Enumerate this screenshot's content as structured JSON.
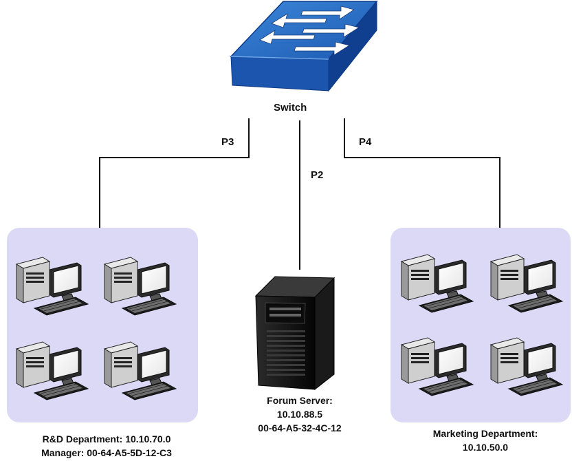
{
  "switch": {
    "label": "Switch",
    "icon": "switch-icon"
  },
  "ports": {
    "p3": "P3",
    "p2": "P2",
    "p4": "P4"
  },
  "server": {
    "title": "Forum Server:",
    "ip": "10.10.88.5",
    "mac": "00-64-A5-32-4C-12",
    "icon": "server-tower-icon"
  },
  "rnd": {
    "line1": "R&D Department: 10.10.70.0",
    "line2": "Manager: 00-64-A5-5D-12-C3",
    "icon": "desktop-computer-icon",
    "computers": 4
  },
  "marketing": {
    "line1": "Marketing Department:",
    "line2": "10.10.50.0",
    "icon": "desktop-computer-icon",
    "computers": 4
  },
  "colors": {
    "group_bg": "#dcd9f6",
    "switch_top": "#2d6fc4",
    "switch_side": "#15459a",
    "server": "#111111",
    "wire": "#111111"
  }
}
